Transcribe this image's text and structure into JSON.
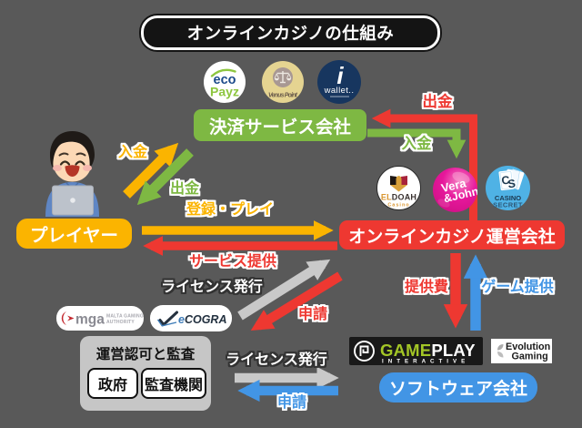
{
  "title": "オンラインカジノの仕組み",
  "colors": {
    "background": "#595959",
    "yellow": "#FBB400",
    "green": "#7EB843",
    "red": "#EE3831",
    "blue": "#4295E5",
    "gray_arrow": "#C9C9C9",
    "gray_box": "#C6C6C6",
    "title_bg": "#141414"
  },
  "nodes": {
    "payment_company": {
      "label": "決済サービス会社"
    },
    "player": {
      "label": "プレイヤー"
    },
    "casino_operator": {
      "label": "オンラインカジノ運営会社"
    },
    "regulator": {
      "title": "運営認可と監査",
      "items": [
        {
          "label": "政府"
        },
        {
          "label": "監査機関"
        }
      ]
    },
    "software_company": {
      "label": "ソフトウェア会社"
    }
  },
  "arrow_labels": {
    "deposit_diag": "入金",
    "withdraw_diag": "出金",
    "register_play": "登録・プレイ",
    "service_provide": "サービス提供",
    "withdraw_top": "出金",
    "deposit_top": "入金",
    "license_issue_mid": "ライセンス発行",
    "apply_mid": "申請",
    "provide_fee": "提供費",
    "game_provide": "ゲーム提供",
    "license_issue_bottom": "ライセンス発行",
    "apply_bottom": "申請"
  },
  "logos": {
    "ecopayz": {
      "line1": "eco",
      "line2": "Payz"
    },
    "venuspoint": {
      "label": "Venus Point"
    },
    "iwallet": {
      "i": "i",
      "label": "wallet.."
    },
    "eldoah": {
      "part1": "EL",
      "part2": "DOAH",
      "sub": "Casino"
    },
    "verajohn": {
      "line1": "Vera",
      "line2": "&John"
    },
    "casinosecret": {
      "c": "C",
      "s": "S",
      "line1": "CASINO",
      "line2": "SECRET"
    },
    "mga": {
      "name": "mga",
      "sub1": "MALTA GAMING",
      "sub2": "AUTHORITY"
    },
    "ecogra": {
      "e": "e",
      "rest": "COGRA"
    },
    "gameplay": {
      "part1": "GAME",
      "part2": "PLAY",
      "sub": "INTERACTIVE"
    },
    "evolution": {
      "line1": "Evolution",
      "line2": "Gaming"
    }
  }
}
